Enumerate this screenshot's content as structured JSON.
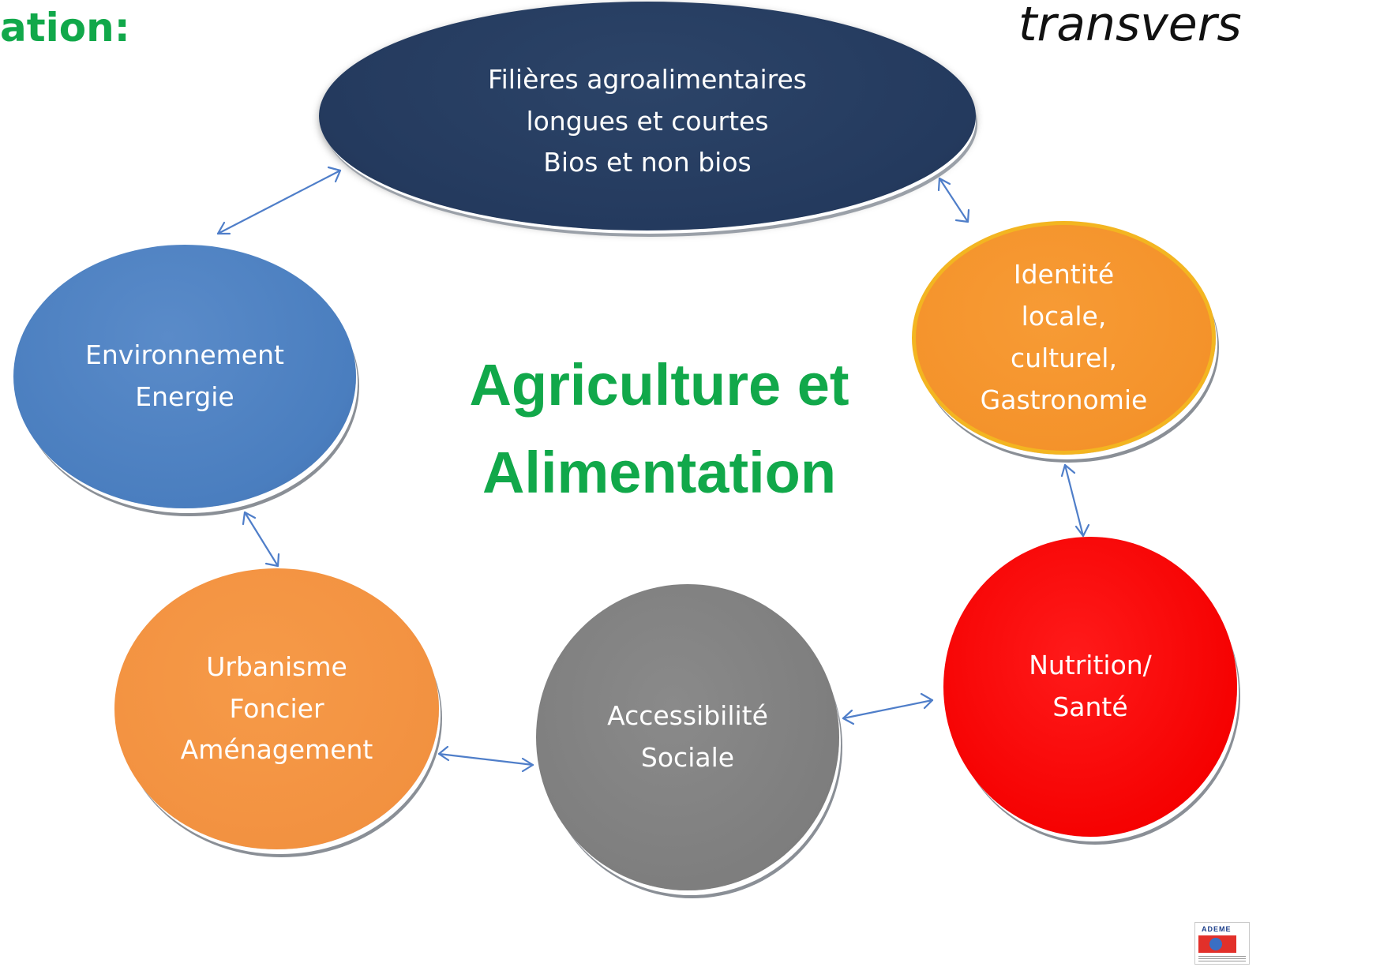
{
  "header": {
    "left_fragment": "ation:",
    "right_fragment": "transvers"
  },
  "center": {
    "title": "Agriculture et\nAlimentation"
  },
  "nodes": {
    "filieres": {
      "label": "Filières agroalimentaires\nlongues et courtes\nBios et non bios",
      "color": "#243a5e"
    },
    "environnement": {
      "label": "Environnement\nEnergie",
      "color": "#4a7ebf"
    },
    "identite": {
      "label": "Identité\nlocale,\nculturel,\nGastronomie",
      "color": "#f4922a"
    },
    "nutrition": {
      "label": "Nutrition/\nSanté",
      "color": "#f50000"
    },
    "accessibilite": {
      "label": "Accessibilité\nSociale",
      "color": "#7d7d7d"
    },
    "urbanisme": {
      "label": "Urbanisme\nFoncier\nAménagement",
      "color": "#f29140"
    }
  },
  "colors": {
    "title_green": "#11a84a",
    "arrow_blue": "#4f7ec9"
  },
  "logo": {
    "text": "ADEME"
  }
}
